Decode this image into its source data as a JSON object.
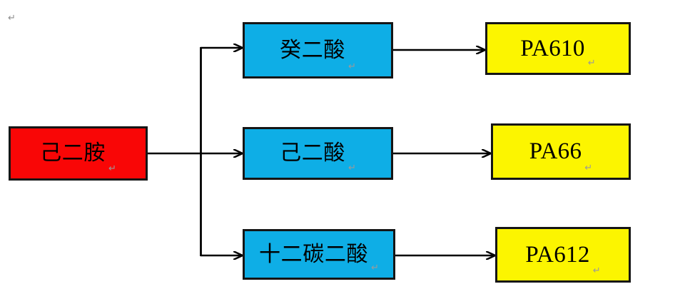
{
  "diagram": {
    "title": "",
    "type": "flow-diagram",
    "colors": {
      "source_fill": "#f90606",
      "intermediate_fill": "#0eaee6",
      "product_fill": "#fcf500",
      "border": "#151515",
      "arrow": "#000000",
      "pilcrow": "#9a9a9a"
    },
    "source": {
      "label": "己二胺",
      "pilcrow": "↵"
    },
    "intermediates": [
      {
        "label": "癸二酸",
        "pilcrow": "↵"
      },
      {
        "label": "己二酸",
        "pilcrow": "↵"
      },
      {
        "label": "十二碳二酸",
        "pilcrow": "↵"
      }
    ],
    "products": [
      {
        "label": "PA610",
        "pilcrow": "↵"
      },
      {
        "label": "PA66",
        "pilcrow": "↵"
      },
      {
        "label": "PA612",
        "pilcrow": "↵"
      }
    ],
    "stray_marks": [
      {
        "glyph": "↵"
      }
    ]
  }
}
